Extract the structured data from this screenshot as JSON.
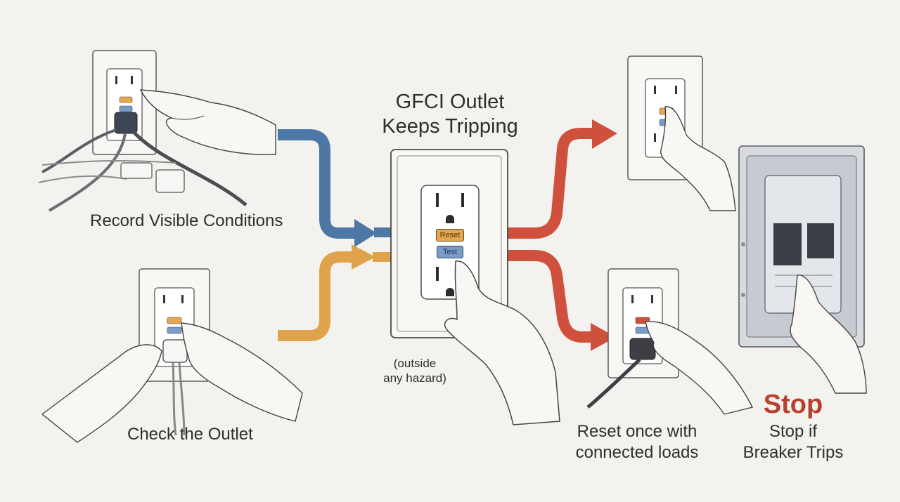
{
  "title_line1": "GFCI Outlet",
  "title_line2": "Keeps Tripping",
  "note_line1": "(outside",
  "note_line2": "any hazard)",
  "steps": {
    "record": "Record Visible Conditions",
    "check": "Check the Outlet",
    "reset_line1": "Reset once with",
    "reset_line2": "connected loads",
    "stop_heading": "Stop",
    "stop_line1": "Stop if",
    "stop_line2": "Breaker Trips"
  },
  "outlet_labels": {
    "reset": "Reset",
    "test": "Test"
  },
  "colors": {
    "background": "#f3f2ee",
    "arrow_blue": "#4d78a6",
    "arrow_orange": "#e0a24a",
    "arrow_red": "#d0503e",
    "reset_button": "#e7a64c",
    "test_button": "#7a9cc8",
    "stop_text": "#b8412e"
  }
}
